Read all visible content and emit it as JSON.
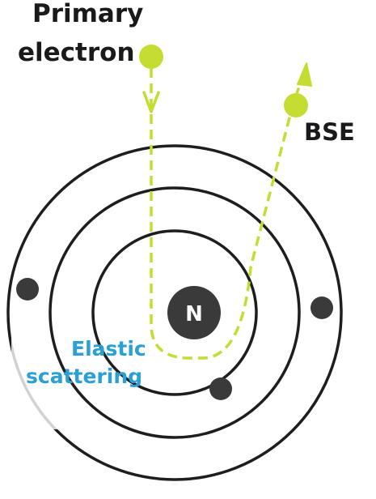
{
  "labels": {
    "primary_line1": "Primary",
    "primary_line2": "electron",
    "bse": "BSE",
    "elastic_line1": "Elastic",
    "elastic_line2": "scattering",
    "nucleus": "N"
  },
  "colors": {
    "orbit": "#1e1e1e",
    "electron": "#3a3a3a",
    "nucleus": "#3a3a3a",
    "incident_electron": "#c5dc32",
    "path": "#c5dc32",
    "label_dark": "#1a1a1a",
    "label_blue": "#2aa0d4"
  }
}
